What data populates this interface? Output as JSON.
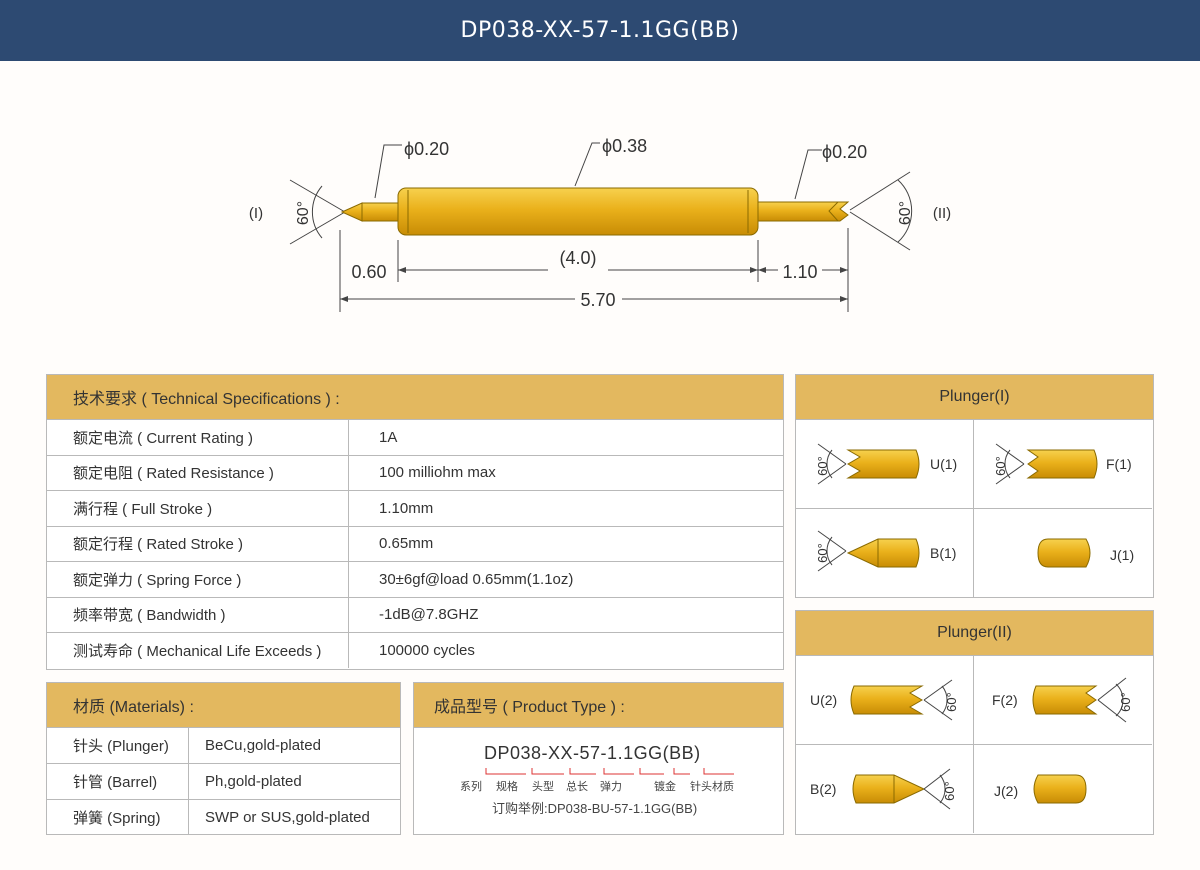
{
  "header": {
    "title": "DP038-XX-57-1.1GG(BB)"
  },
  "drawing": {
    "label_left": "(I)",
    "label_right": "(II)",
    "angle_left": "60°",
    "angle_right": "60°",
    "dia_left": "ϕ0.20",
    "dia_center": "ϕ0.38",
    "dia_right": "ϕ0.20",
    "len_head": "0.60",
    "len_barrel": "(4.0)",
    "len_stroke": "1.10",
    "len_total": "5.70"
  },
  "specs": {
    "title": "技术要求 ( Technical Specifications ) :",
    "rows": [
      {
        "label": "额定电流 ( Current Rating )",
        "value": "1A"
      },
      {
        "label": "额定电阻 ( Rated Resistance )",
        "value": "100 milliohm max"
      },
      {
        "label": "满行程 ( Full Stroke )",
        "value": "1.10mm"
      },
      {
        "label": "额定行程 ( Rated Stroke )",
        "value": "0.65mm"
      },
      {
        "label": "额定弹力 ( Spring Force )",
        "value": "30±6gf@load 0.65mm(1.1oz)"
      },
      {
        "label": "频率带宽 ( Bandwidth )",
        "value": "-1dB@7.8GHZ"
      },
      {
        "label": "测试寿命 ( Mechanical Life Exceeds )",
        "value": "100000 cycles"
      }
    ]
  },
  "materials": {
    "title": "材质 (Materials) :",
    "rows": [
      {
        "label": "针头 (Plunger)",
        "value": "BeCu,gold-plated"
      },
      {
        "label": "针管 (Barrel)",
        "value": "Ph,gold-plated"
      },
      {
        "label": "弹簧 (Spring)",
        "value": "SWP or SUS,gold-plated"
      }
    ]
  },
  "product": {
    "title": "成品型号 ( Product Type ) :",
    "code": "DP038-XX-57-1.1GG(BB)",
    "parts": [
      "系列",
      "规格",
      "头型",
      "总长",
      "弹力",
      "镀金",
      "针头材质"
    ],
    "example": "订购举例:DP038-BU-57-1.1GG(BB)"
  },
  "plunger1": {
    "title": "Plunger(I)",
    "items": [
      {
        "code": "U(1)",
        "angle": "60°"
      },
      {
        "code": "F(1)",
        "angle": "60°"
      },
      {
        "code": "B(1)",
        "angle": "60°"
      },
      {
        "code": "J(1)"
      }
    ]
  },
  "plunger2": {
    "title": "Plunger(II)",
    "items": [
      {
        "code": "U(2)",
        "angle": "60°"
      },
      {
        "code": "F(2)",
        "angle": "60°"
      },
      {
        "code": "B(2)",
        "angle": "60°"
      },
      {
        "code": "J(2)"
      }
    ]
  },
  "colors": {
    "header_bg": "#2d4a72",
    "panel_head": "#e3b85f",
    "gold": "#e8b21c",
    "gold_dark": "#b98400"
  }
}
